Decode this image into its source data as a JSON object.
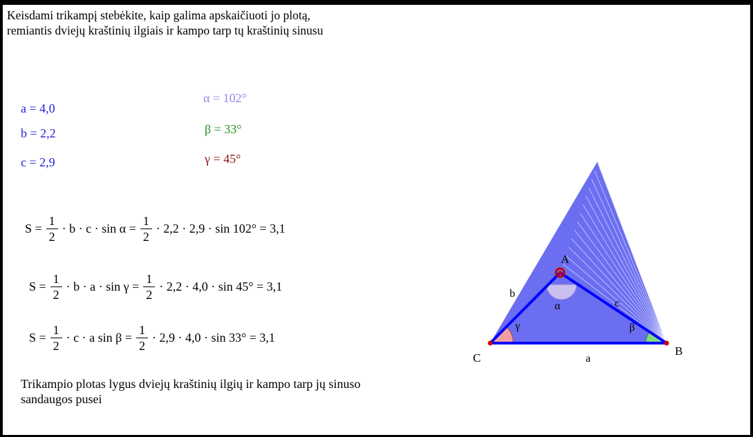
{
  "intro_text": "Keisdami trikampį stebėkite, kaip galima apskaičiuoti jo plotą, remiantis dviejų kraštinių ilgiais ir kampo tarp tų kraštinių sinusu",
  "variables": {
    "a": "a = 4,0",
    "b": "b = 2,2",
    "c": "c = 2,9",
    "alpha": "α = 102°",
    "beta": "β = 33°",
    "gamma": "γ = 45°"
  },
  "formulas": {
    "f1": {
      "lhs": "S =",
      "num": "1",
      "den": "2",
      "mid": "· b · c · sin α =",
      "rhs": "· 2,2 · 2,9 ·  sin 102° = 3,1"
    },
    "f2": {
      "lhs": "S =",
      "num": "1",
      "den": "2",
      "mid": "· b · a · sin γ =",
      "rhs": "· 2,2 · 4,0 ·  sin 45° = 3,1"
    },
    "f3": {
      "lhs": "S =",
      "num": "1",
      "den": "2",
      "mid": "· c · a sin β =",
      "rhs": "· 2,9 · 4,0 ·  sin 33° = 3,1"
    }
  },
  "conclusion_text": "Trikampio plotas lygus dviejų kraštinių ilgių ir kampo tarp jų sinuso sandaugos pusei",
  "diagram": {
    "vertex_labels": {
      "A": "A",
      "B": "B",
      "C": "C"
    },
    "side_labels": {
      "a": "a",
      "b": "b",
      "c": "c"
    },
    "angle_labels": {
      "alpha": "α",
      "beta": "β",
      "gamma": "γ"
    },
    "colors": {
      "side": "#0000ff",
      "trace_fill": "#6b6ef0",
      "alpha_arc": "#c9bff0",
      "beta_arc": "#7fdc7f",
      "gamma_arc": "#f0a0a0",
      "point": "#cc0000"
    }
  }
}
